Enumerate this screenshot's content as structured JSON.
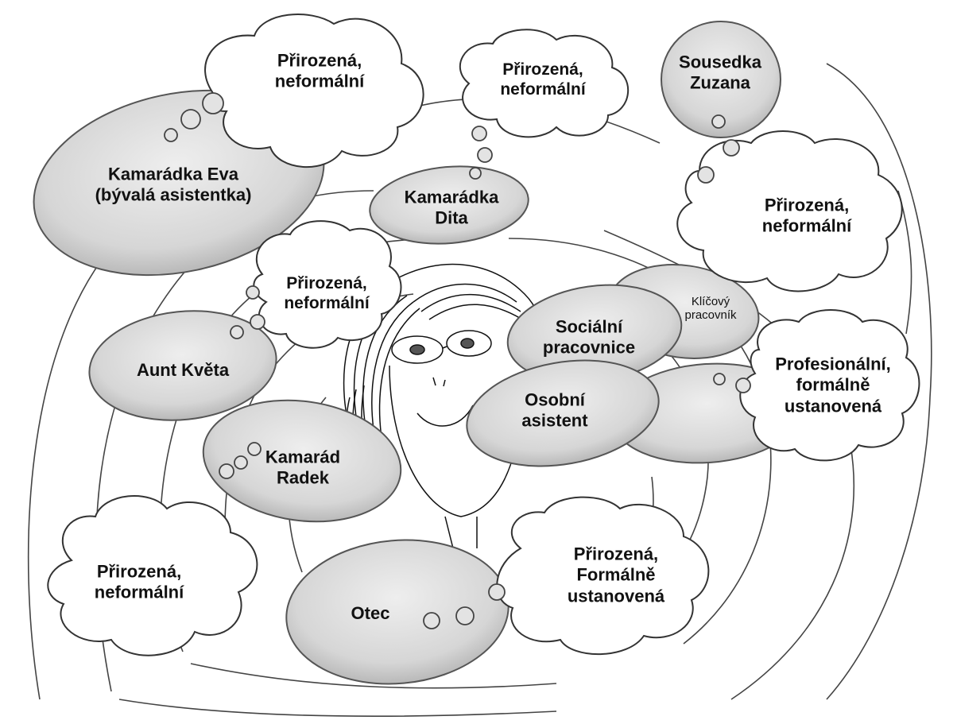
{
  "colors": {
    "ellipse_fill": "#d9d9d9",
    "ellipse_stroke": "#555555",
    "cloud_fill": "#ffffff",
    "cloud_stroke": "#333333",
    "line": "#444444"
  },
  "people": {
    "eva": {
      "line1": "Kamarádka Eva",
      "line2": "(bývalá asistentka)"
    },
    "dita": {
      "line1": "Kamarádka",
      "line2": "Dita"
    },
    "zuzana": {
      "line1": "Sousedka",
      "line2": "Zuzana"
    },
    "kveta": {
      "line1": "Aunt Květa"
    },
    "radek": {
      "line1": "Kamarád",
      "line2": "Radek"
    },
    "otec": {
      "line1": "Otec"
    },
    "socialni": {
      "line1": "Sociální",
      "line2": "pracovnice"
    },
    "klicovy": {
      "line1": "Klíčový",
      "line2": "pracovník"
    },
    "osobni": {
      "line1": "Osobní",
      "line2": "asistent"
    }
  },
  "thoughts": {
    "t_eva": {
      "line1": "Přirozená,",
      "line2": "neformální"
    },
    "t_dita": {
      "line1": "Přirozená,",
      "line2": "neformální"
    },
    "t_zuzana": {
      "line1": "Přirozená,",
      "line2": "neformální"
    },
    "t_kveta": {
      "line1": "Přirozená,",
      "line2": "neformální"
    },
    "t_radek": {
      "line1": "Přirozená,",
      "line2": "neformální"
    },
    "t_otec": {
      "line1": "Přirozená,",
      "line2": "Formálně",
      "line3": "ustanovená"
    },
    "t_prof": {
      "line1": "Profesionální,",
      "line2": "formálně",
      "line3": "ustanovená"
    }
  }
}
